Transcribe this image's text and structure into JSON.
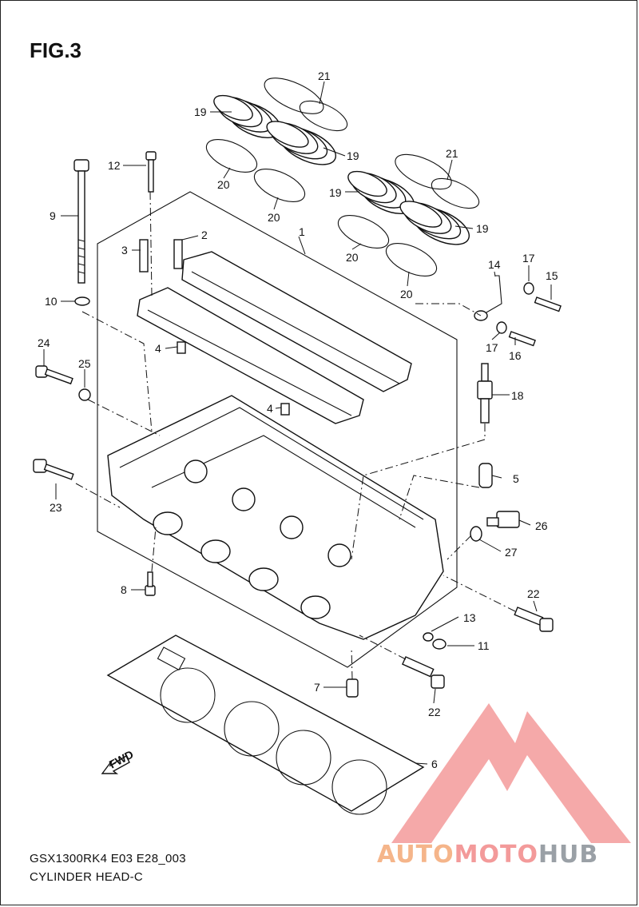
{
  "figure": {
    "title": "FIG.3",
    "footer_line1": "GSX1300RK4 E03 E28_003",
    "footer_line2": "CYLINDER HEAD-C",
    "fwd_label": "FWD"
  },
  "watermark": {
    "part1": "AUTO",
    "part2": "MOTO",
    "part3": "HUB",
    "colors": {
      "triangle": "#f39a9a",
      "auto": "#f5b58a",
      "moto": "#f39a9a",
      "hub": "#9aa0a6"
    }
  },
  "callouts": {
    "c1": "1",
    "c2": "2",
    "c3": "3",
    "c4a": "4",
    "c4b": "4",
    "c5": "5",
    "c6": "6",
    "c7": "7",
    "c8": "8",
    "c9": "9",
    "c10": "10",
    "c11": "11",
    "c12": "12",
    "c13": "13",
    "c14": "14",
    "c15": "15",
    "c16": "16",
    "c17a": "17",
    "c17b": "17",
    "c18": "18",
    "c19a": "19",
    "c19b": "19",
    "c19c": "19",
    "c19d": "19",
    "c20a": "20",
    "c20b": "20",
    "c20c": "20",
    "c20d": "20",
    "c21a": "21",
    "c21b": "21",
    "c22a": "22",
    "c22b": "22",
    "c23": "23",
    "c24": "24",
    "c25": "25",
    "c26": "26",
    "c27": "27"
  }
}
